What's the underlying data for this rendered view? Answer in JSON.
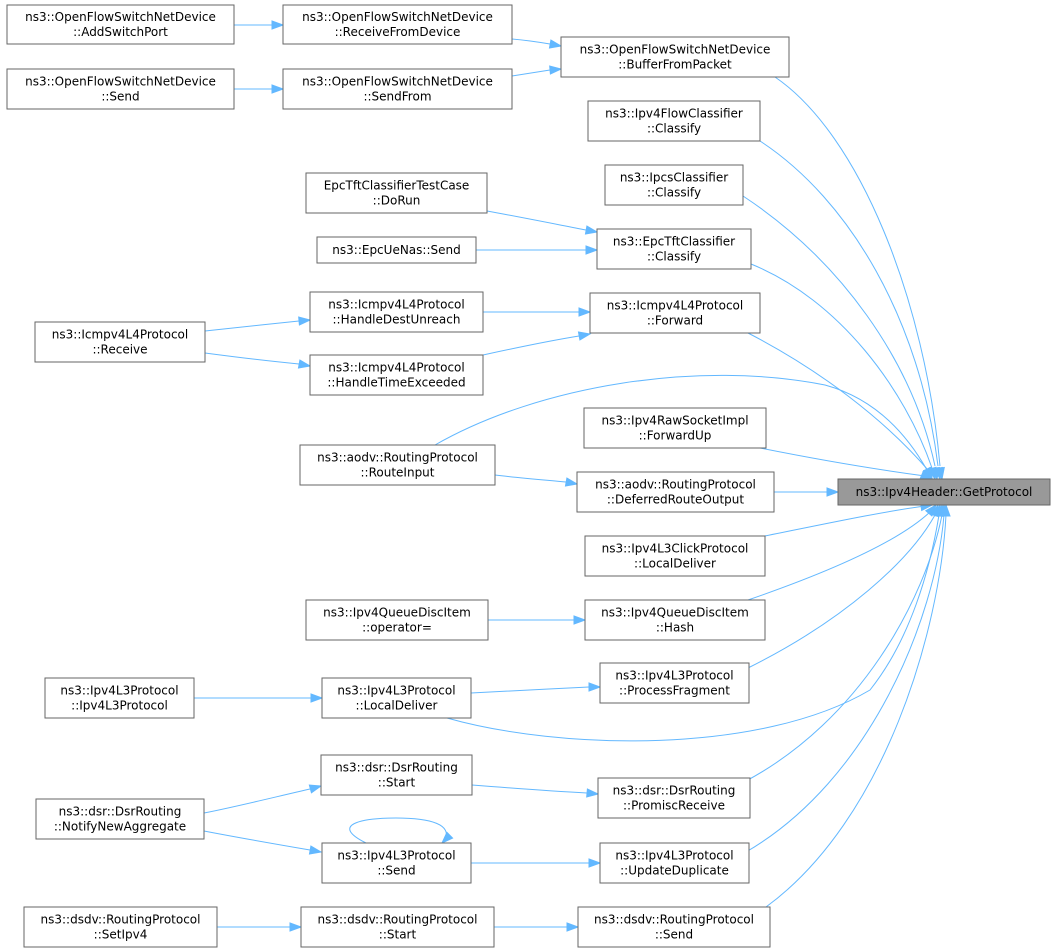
{
  "graph": {
    "nodes": [
      {
        "id": "addswitchport",
        "lines": [
          "ns3::OpenFlowSwitchNetDevice",
          "::AddSwitchPort"
        ]
      },
      {
        "id": "receivefromdevice",
        "lines": [
          "ns3::OpenFlowSwitchNetDevice",
          "::ReceiveFromDevice"
        ]
      },
      {
        "id": "bufferfrompacket",
        "lines": [
          "ns3::OpenFlowSwitchNetDevice",
          "::BufferFromPacket"
        ]
      },
      {
        "id": "ofsnd-send",
        "lines": [
          "ns3::OpenFlowSwitchNetDevice",
          "::Send"
        ]
      },
      {
        "id": "sendfrom",
        "lines": [
          "ns3::OpenFlowSwitchNetDevice",
          "::SendFrom"
        ]
      },
      {
        "id": "ipv4flowclassifier",
        "lines": [
          "ns3::Ipv4FlowClassifier",
          "::Classify"
        ]
      },
      {
        "id": "ipcsclassifier",
        "lines": [
          "ns3::IpcsClassifier",
          "::Classify"
        ]
      },
      {
        "id": "epctft-testcase",
        "lines": [
          "EpcTftClassifierTestCase",
          "::DoRun"
        ]
      },
      {
        "id": "epcuenas-send",
        "lines": [
          "ns3::EpcUeNas::Send"
        ]
      },
      {
        "id": "epctftclassifier",
        "lines": [
          "ns3::EpcTftClassifier",
          "::Classify"
        ]
      },
      {
        "id": "icmp-receive",
        "lines": [
          "ns3::Icmpv4L4Protocol",
          "::Receive"
        ]
      },
      {
        "id": "icmp-handledestunreach",
        "lines": [
          "ns3::Icmpv4L4Protocol",
          "::HandleDestUnreach"
        ]
      },
      {
        "id": "icmp-handletimeexceeded",
        "lines": [
          "ns3::Icmpv4L4Protocol",
          "::HandleTimeExceeded"
        ]
      },
      {
        "id": "icmp-forward",
        "lines": [
          "ns3::Icmpv4L4Protocol",
          "::Forward"
        ]
      },
      {
        "id": "ipv4rawsocket-forwardup",
        "lines": [
          "ns3::Ipv4RawSocketImpl",
          "::ForwardUp"
        ]
      },
      {
        "id": "aodv-routeinput",
        "lines": [
          "ns3::aodv::RoutingProtocol",
          "::RouteInput"
        ]
      },
      {
        "id": "aodv-deferredrouteoutput",
        "lines": [
          "ns3::aodv::RoutingProtocol",
          "::DeferredRouteOutput"
        ]
      },
      {
        "id": "getprotocol",
        "lines": [
          "ns3::Ipv4Header::GetProtocol"
        ]
      },
      {
        "id": "ipv4l3click-localdeliver",
        "lines": [
          "ns3::Ipv4L3ClickProtocol",
          "::LocalDeliver"
        ]
      },
      {
        "id": "qdi-operator",
        "lines": [
          "ns3::Ipv4QueueDiscItem",
          "::operator="
        ]
      },
      {
        "id": "qdi-hash",
        "lines": [
          "ns3::Ipv4QueueDiscItem",
          "::Hash"
        ]
      },
      {
        "id": "ipv4l3-ctor",
        "lines": [
          "ns3::Ipv4L3Protocol",
          "::Ipv4L3Protocol"
        ]
      },
      {
        "id": "ipv4l3-localdeliver",
        "lines": [
          "ns3::Ipv4L3Protocol",
          "::LocalDeliver"
        ]
      },
      {
        "id": "ipv4l3-processfragment",
        "lines": [
          "ns3::Ipv4L3Protocol",
          "::ProcessFragment"
        ]
      },
      {
        "id": "dsr-start",
        "lines": [
          "ns3::dsr::DsrRouting",
          "::Start"
        ]
      },
      {
        "id": "dsr-notifynewaggregate",
        "lines": [
          "ns3::dsr::DsrRouting",
          "::NotifyNewAggregate"
        ]
      },
      {
        "id": "dsr-promiscreceive",
        "lines": [
          "ns3::dsr::DsrRouting",
          "::PromiscReceive"
        ]
      },
      {
        "id": "ipv4l3-send",
        "lines": [
          "ns3::Ipv4L3Protocol",
          "::Send"
        ]
      },
      {
        "id": "ipv4l3-updateduplicate",
        "lines": [
          "ns3::Ipv4L3Protocol",
          "::UpdateDuplicate"
        ]
      },
      {
        "id": "dsdv-setipv4",
        "lines": [
          "ns3::dsdv::RoutingProtocol",
          "::SetIpv4"
        ]
      },
      {
        "id": "dsdv-start",
        "lines": [
          "ns3::dsdv::RoutingProtocol",
          "::Start"
        ]
      },
      {
        "id": "dsdv-send",
        "lines": [
          "ns3::dsdv::RoutingProtocol",
          "::Send"
        ]
      }
    ]
  },
  "colors": {
    "edge": "#63b8ff",
    "node_border": "#666666",
    "node_fill": "#ffffff",
    "focus_fill": "#999999"
  }
}
